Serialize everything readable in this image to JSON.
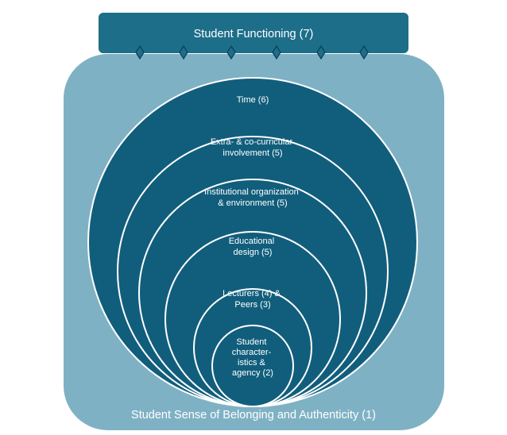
{
  "top_banner": {
    "label": "Student Functioning (7)"
  },
  "outer_container": {
    "label": "Student Sense of Belonging and Authenticity (1)"
  },
  "circles": [
    {
      "lines": [
        "Time (6)"
      ]
    },
    {
      "lines": [
        "Extra- & co-curricular",
        "involvement (5)"
      ]
    },
    {
      "lines": [
        "Institutional organization",
        "& environment (5)"
      ]
    },
    {
      "lines": [
        "Educational",
        "design (5)"
      ]
    },
    {
      "lines": [
        "Lecturers (4) &",
        "Peers (3)"
      ]
    },
    {
      "lines": [
        "Student",
        "character-",
        "istics &",
        "agency (2)"
      ]
    }
  ],
  "colors": {
    "banner_fill": "#1d6e89",
    "container_fill": "#7fb1c4",
    "circle_fill": "#115e7c",
    "circle_stroke": "#ffffff",
    "connector_fill": "#1d6e89",
    "connector_stroke": "#0e3f55"
  }
}
